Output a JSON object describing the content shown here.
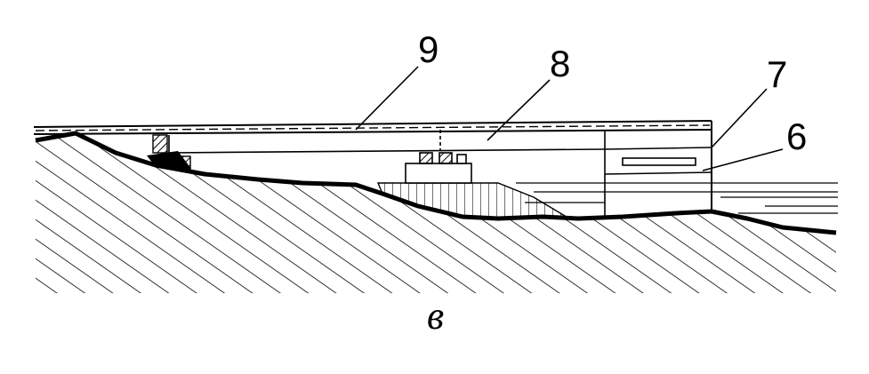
{
  "callouts": [
    "9",
    "8",
    "7",
    "6"
  ],
  "caption": "в",
  "colors": {
    "ink": "#000000",
    "paper": "#ffffff"
  }
}
